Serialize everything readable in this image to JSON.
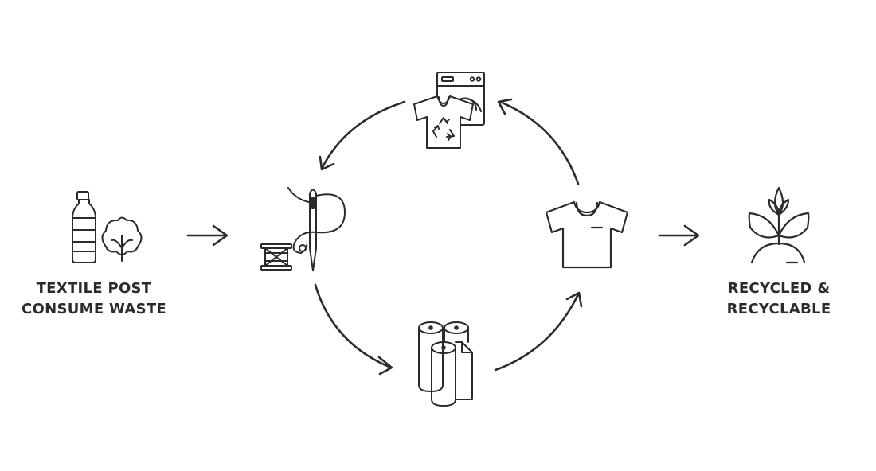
{
  "colors": {
    "ink": "#2b2b2f",
    "background": "#ffffff"
  },
  "input": {
    "label_line1": "TEXTILE POST",
    "label_line2": "CONSUME WASTE",
    "icons": [
      "plastic-bottle-icon",
      "cotton-flower-icon"
    ]
  },
  "output": {
    "label_line1": "RECYCLED &",
    "label_line2": "RECYCLABLE",
    "icons": [
      "sprouting-plant-icon"
    ]
  },
  "cycle": [
    {
      "step": "sewing",
      "icon": "needle-thread-spool-icon"
    },
    {
      "step": "fabric",
      "icon": "fabric-rolls-icon"
    },
    {
      "step": "garment",
      "icon": "tshirt-icon"
    },
    {
      "step": "wash-and-recycle",
      "icon": "washing-machine-recycled-shirt-icon"
    }
  ]
}
